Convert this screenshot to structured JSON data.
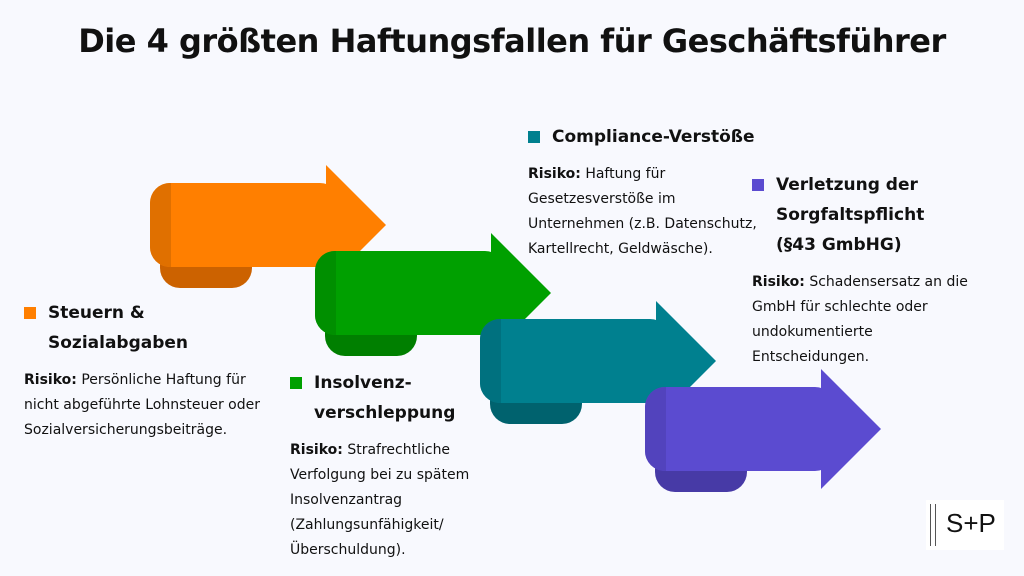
{
  "title": "Die 4 größten Haftungsfallen für Geschäftsführer",
  "colors": {
    "orange": "#ff7f00",
    "green": "#00a000",
    "teal": "#00808f",
    "purple": "#5b4bd0"
  },
  "items": [
    {
      "heading_lines": [
        "Steuern &",
        "Sozialabgaben"
      ],
      "risk_label": "Risiko:",
      "risk_text": " Persönliche Haftung für nicht abgeführte Lohnsteuer oder Sozialversicherungsbeiträge."
    },
    {
      "heading_lines": [
        "Insolvenz-",
        "verschleppung"
      ],
      "risk_label": "Risiko:",
      "risk_text": " Strafrechtliche Verfolgung bei zu spätem Insolvenzantrag (Zahlungsunfähigkeit/ Überschuldung)."
    },
    {
      "heading_lines": [
        "Compliance-Verstöße"
      ],
      "risk_label": "Risiko:",
      "risk_text": " Haftung für Gesetzesverstöße im Unternehmen (z.B. Datenschutz, Kartellrecht, Geldwäsche)."
    },
    {
      "heading_lines": [
        "Verletzung der",
        "Sorgfaltspflicht",
        "(§43 GmbHG)"
      ],
      "risk_label": "Risiko:",
      "risk_text": " Schadensersatz an die GmbH für schlechte oder undokumentierte Entscheidungen."
    }
  ],
  "logo": "S+P"
}
